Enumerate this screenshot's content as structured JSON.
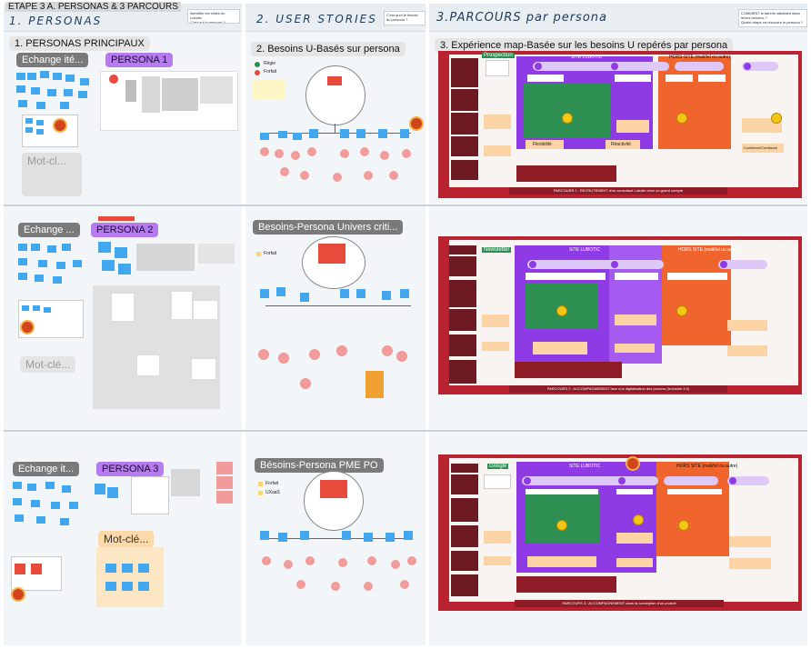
{
  "header": {
    "etape_label": "ETAPE 3 A. PERSONAS & 3 PARCOURS",
    "col1_title": "1. PERSONAS",
    "col1_note": "Identifier les cibles du Lubotic\nC'est qui le persona ?",
    "col2_title": "2. USER STORIES",
    "col2_note": "C'est quoi le besoin du persona ?",
    "col3_title": "3.PARCOURS par persona",
    "col3_note": "COMMENT le faire/le satisfaire dans le/ses besoins ?\nQuelle étape va résoudre le persona ?"
  },
  "row1": {
    "section1": "1. PERSONAS PRINCIPAUX",
    "echange": "Echange ité...",
    "persona": "PERSONA 1",
    "motcle": "Mot-cl...",
    "section2": "2. Besoins U-Basés sur persona",
    "legend_regie": "Régie",
    "legend_forfait": "Forfait",
    "section3": "3. Expérience map-Basée sur les besoins U repérés par persona",
    "journey_hors_site": "HORS SITE (mail/tel ou autre)",
    "journey_site": "SITE LUBOTIC",
    "journey_prospection": "Prospection",
    "journey_flexibilite": "Flexibilité",
    "journey_reactivite": "Réactivité",
    "journey_confiance": "Confiance/Confiance",
    "journey_caption": "PARCOURS 1 : RECRUTEMENT d'un consultant Lubotic chez un grand compte"
  },
  "row2": {
    "echange": "Echange ...",
    "persona": "PERSONA 2",
    "motcle": "Mot-clé...",
    "section2": "Besoins-Persona Univers criti...",
    "legend_forfait": "Forfait",
    "journey_newsletter": "Newsletter",
    "journey_site": "SITE LUBOTIC",
    "journey_hors_site": "HORS SITE (mail/tel ou autre)",
    "journey_caption": "PARCOURS 2 : ACCOMPAGNEMENT face à la digitalisation des process (Industrie 4.0)"
  },
  "row3": {
    "echange": "Echange it...",
    "persona": "PERSONA 3",
    "motcle": "Mot-clé...",
    "section2": "Bésoins-Persona PME PO",
    "legend_forfait": "Forfait",
    "legend_uxaas": "UXaaS",
    "journey_google": "Google",
    "journey_site": "SITE LUBOTIC",
    "journey_hors_site": "HORS SITE (mail/tel ou autre)",
    "journey_caption": "PARCOURS 3 : ACCOMPAGNEMENT dans la conception d'un produit"
  },
  "colors": {
    "purple": "#8e3be6",
    "orange": "#f0642e",
    "green": "#2e8f52",
    "red_frame": "#b8232f",
    "sticky_blue": "#41a7ef",
    "sticky_pink": "#f29b9b",
    "sticky_yellow": "#f8d77a"
  }
}
